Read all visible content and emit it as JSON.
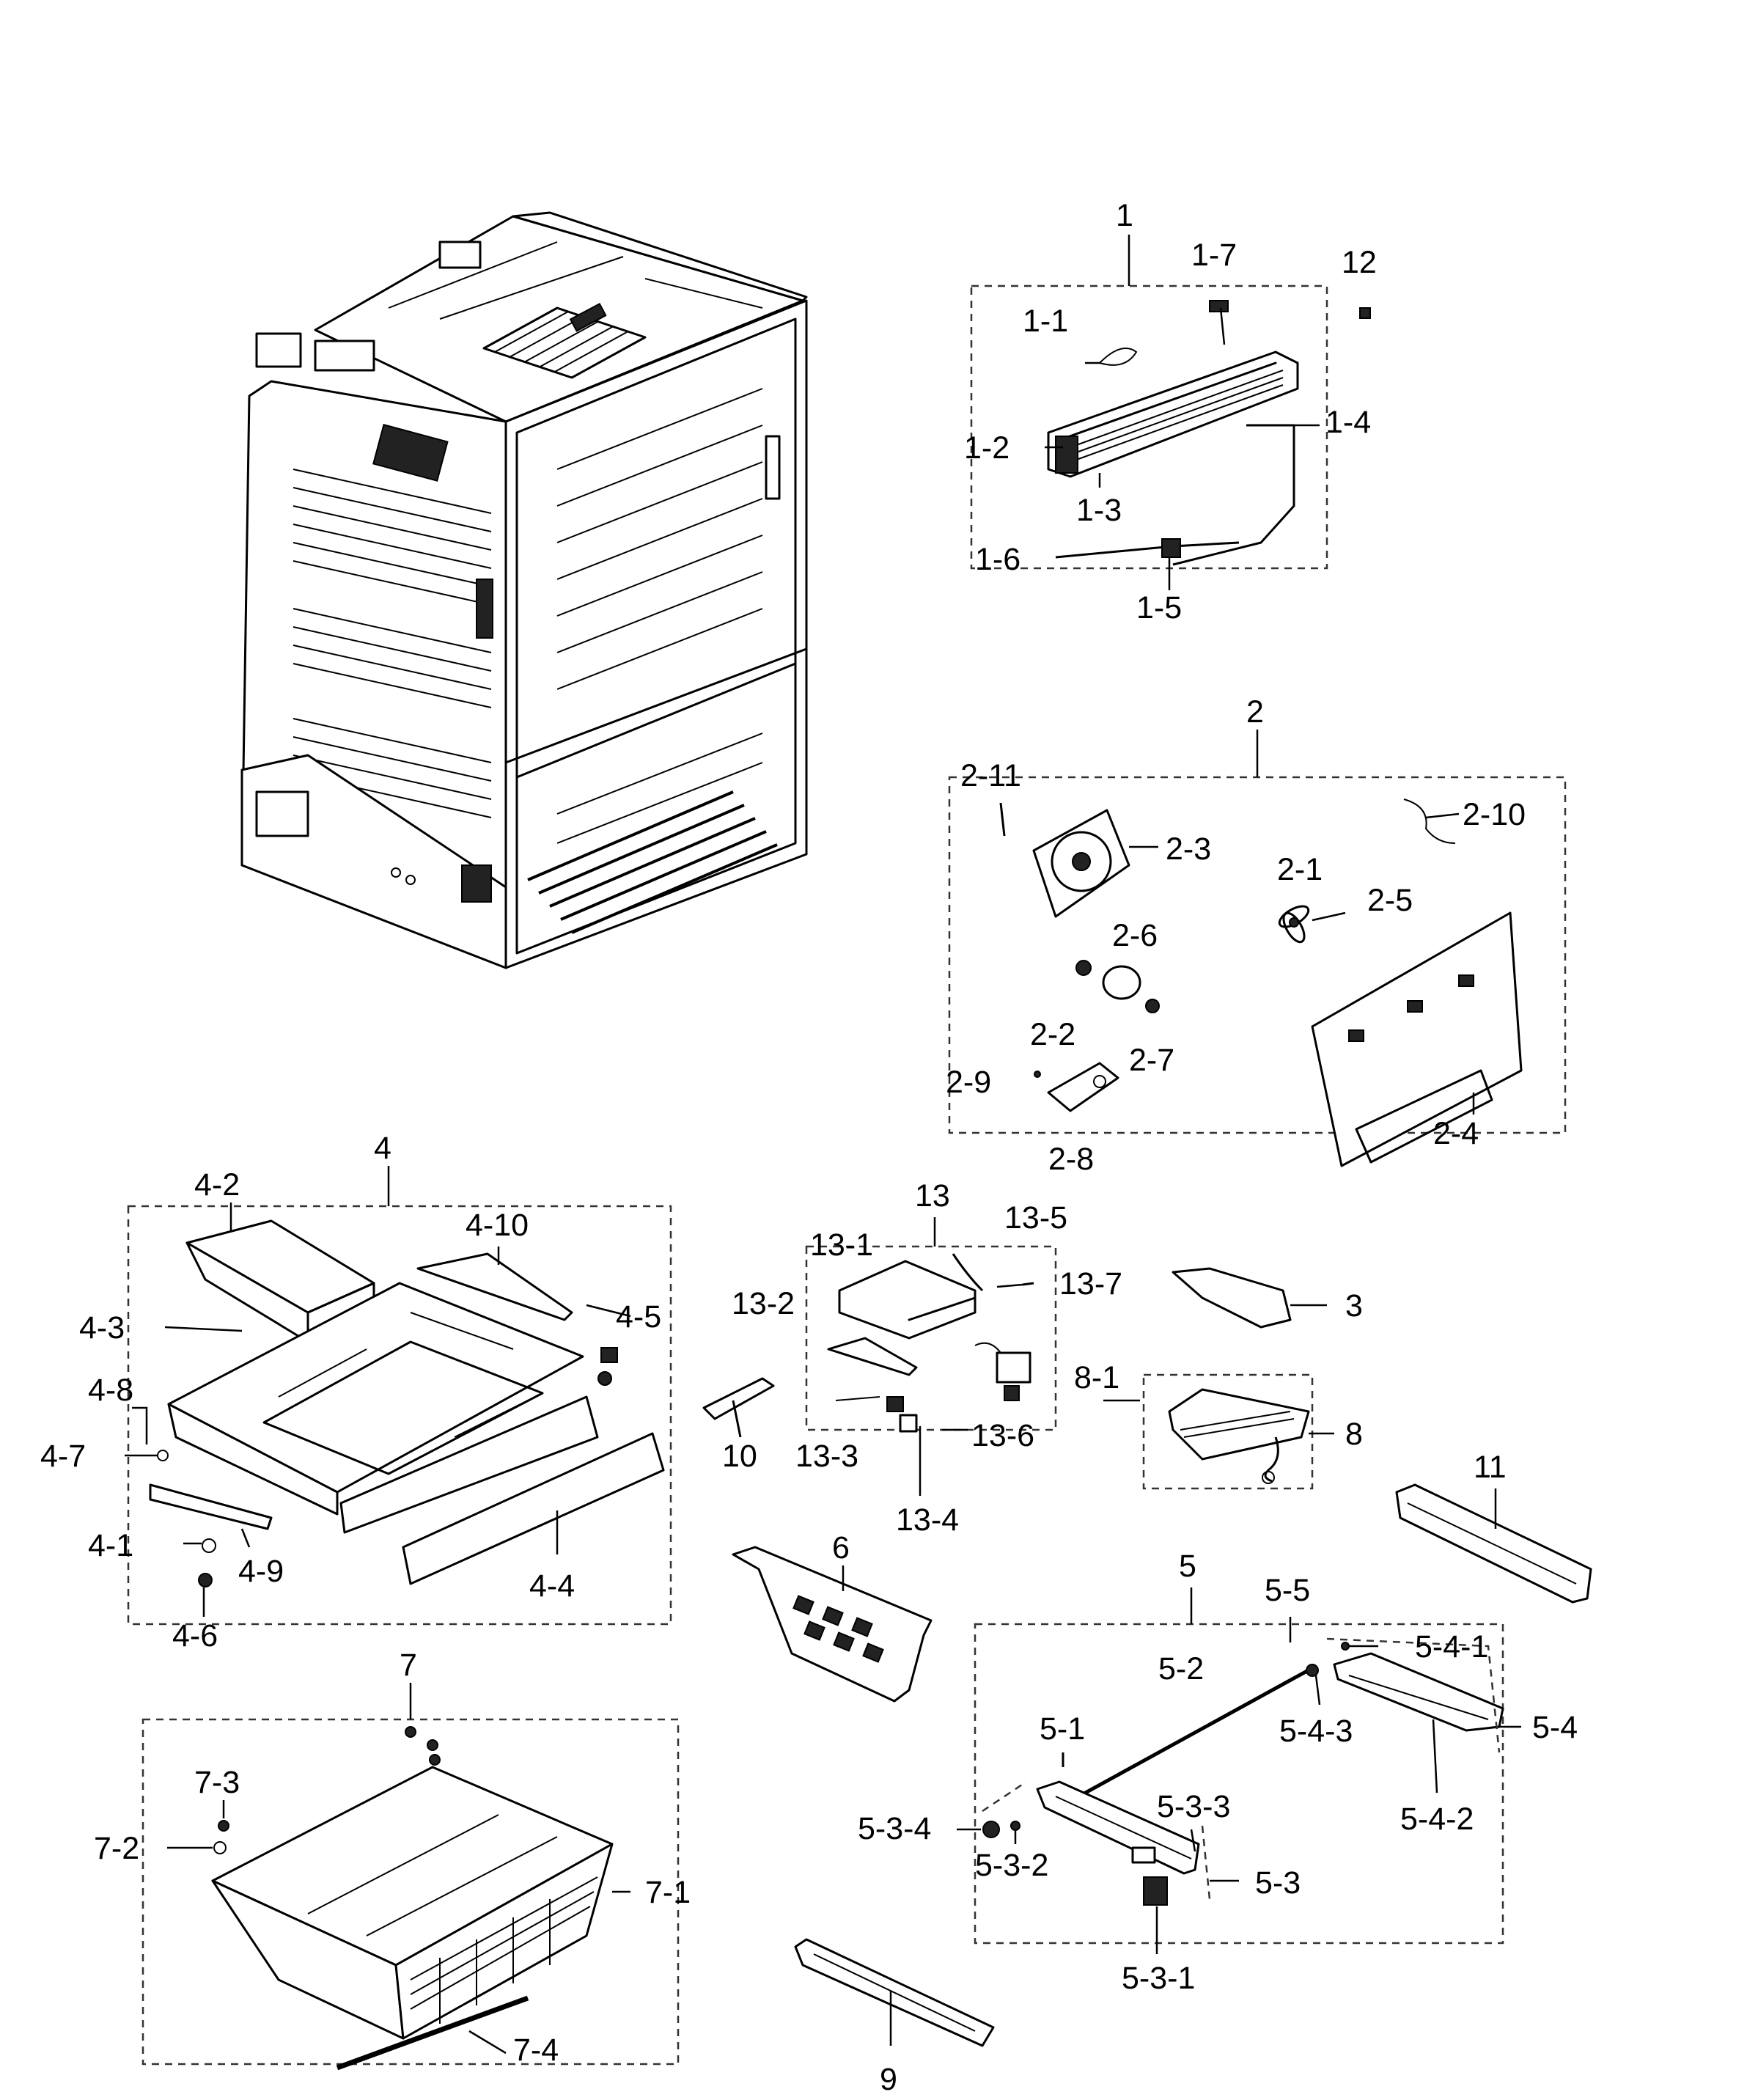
{
  "labels": [
    {
      "id": "1",
      "text": "1"
    },
    {
      "id": "1-1",
      "text": "1-1"
    },
    {
      "id": "1-2",
      "text": "1-2"
    },
    {
      "id": "1-3",
      "text": "1-3"
    },
    {
      "id": "1-4",
      "text": "1-4"
    },
    {
      "id": "1-5",
      "text": "1-5"
    },
    {
      "id": "1-6",
      "text": "1-6"
    },
    {
      "id": "1-7",
      "text": "1-7"
    },
    {
      "id": "12",
      "text": "12"
    },
    {
      "id": "2",
      "text": "2"
    },
    {
      "id": "2-1",
      "text": "2-1"
    },
    {
      "id": "2-2",
      "text": "2-2"
    },
    {
      "id": "2-3",
      "text": "2-3"
    },
    {
      "id": "2-4",
      "text": "2-4"
    },
    {
      "id": "2-5",
      "text": "2-5"
    },
    {
      "id": "2-6",
      "text": "2-6"
    },
    {
      "id": "2-7",
      "text": "2-7"
    },
    {
      "id": "2-8",
      "text": "2-8"
    },
    {
      "id": "2-9",
      "text": "2-9"
    },
    {
      "id": "2-10",
      "text": "2-10"
    },
    {
      "id": "2-11",
      "text": "2-11"
    },
    {
      "id": "3",
      "text": "3"
    },
    {
      "id": "4",
      "text": "4"
    },
    {
      "id": "4-1",
      "text": "4-1"
    },
    {
      "id": "4-2",
      "text": "4-2"
    },
    {
      "id": "4-3",
      "text": "4-3"
    },
    {
      "id": "4-4",
      "text": "4-4"
    },
    {
      "id": "4-5",
      "text": "4-5"
    },
    {
      "id": "4-6",
      "text": "4-6"
    },
    {
      "id": "4-7",
      "text": "4-7"
    },
    {
      "id": "4-8",
      "text": "4-8"
    },
    {
      "id": "4-9",
      "text": "4-9"
    },
    {
      "id": "4-10",
      "text": "4-10"
    },
    {
      "id": "5",
      "text": "5"
    },
    {
      "id": "5-1",
      "text": "5-1"
    },
    {
      "id": "5-2",
      "text": "5-2"
    },
    {
      "id": "5-3",
      "text": "5-3"
    },
    {
      "id": "5-3-1",
      "text": "5-3-1"
    },
    {
      "id": "5-3-2",
      "text": "5-3-2"
    },
    {
      "id": "5-3-3",
      "text": "5-3-3"
    },
    {
      "id": "5-3-4",
      "text": "5-3-4"
    },
    {
      "id": "5-4",
      "text": "5-4"
    },
    {
      "id": "5-4-1",
      "text": "5-4-1"
    },
    {
      "id": "5-4-2",
      "text": "5-4-2"
    },
    {
      "id": "5-4-3",
      "text": "5-4-3"
    },
    {
      "id": "5-5",
      "text": "5-5"
    },
    {
      "id": "6",
      "text": "6"
    },
    {
      "id": "7",
      "text": "7"
    },
    {
      "id": "7-1",
      "text": "7-1"
    },
    {
      "id": "7-2",
      "text": "7-2"
    },
    {
      "id": "7-3",
      "text": "7-3"
    },
    {
      "id": "7-4",
      "text": "7-4"
    },
    {
      "id": "8",
      "text": "8"
    },
    {
      "id": "8-1",
      "text": "8-1"
    },
    {
      "id": "9",
      "text": "9"
    },
    {
      "id": "10",
      "text": "10"
    },
    {
      "id": "11",
      "text": "11"
    },
    {
      "id": "13",
      "text": "13"
    },
    {
      "id": "13-1",
      "text": "13-1"
    },
    {
      "id": "13-2",
      "text": "13-2"
    },
    {
      "id": "13-3",
      "text": "13-3"
    },
    {
      "id": "13-4",
      "text": "13-4"
    },
    {
      "id": "13-5",
      "text": "13-5"
    },
    {
      "id": "13-6",
      "text": "13-6"
    },
    {
      "id": "13-7",
      "text": "13-7"
    }
  ]
}
